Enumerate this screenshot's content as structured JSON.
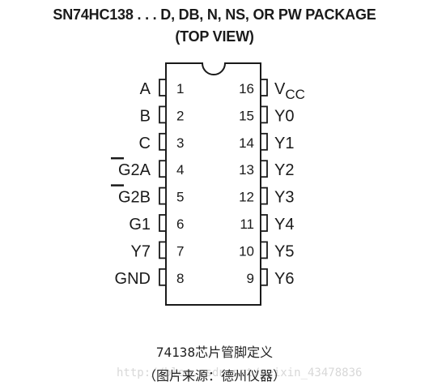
{
  "title": "SN74HC138 . . . D, DB, N, NS, OR PW PACKAGE",
  "subtitle": "(TOP VIEW)",
  "left_pins": [
    {
      "number": "1",
      "name": "A",
      "overbar": false
    },
    {
      "number": "2",
      "name": "B",
      "overbar": false
    },
    {
      "number": "3",
      "name": "C",
      "overbar": false
    },
    {
      "number": "4",
      "name": "G2A",
      "overbar": true
    },
    {
      "number": "5",
      "name": "G2B",
      "overbar": true
    },
    {
      "number": "6",
      "name": "G1",
      "overbar": false
    },
    {
      "number": "7",
      "name": "Y7",
      "overbar": false
    },
    {
      "number": "8",
      "name": "GND",
      "overbar": false
    }
  ],
  "right_pins": [
    {
      "number": "16",
      "name": "V",
      "sub": "CC"
    },
    {
      "number": "15",
      "name": "Y0",
      "sub": ""
    },
    {
      "number": "14",
      "name": "Y1",
      "sub": ""
    },
    {
      "number": "13",
      "name": "Y2",
      "sub": ""
    },
    {
      "number": "12",
      "name": "Y3",
      "sub": ""
    },
    {
      "number": "11",
      "name": "Y4",
      "sub": ""
    },
    {
      "number": "10",
      "name": "Y5",
      "sub": ""
    },
    {
      "number": "9",
      "name": "Y6",
      "sub": ""
    }
  ],
  "caption_line1": "74138芯片管脚定义",
  "caption_line2": "（图片来源：德州仪器）",
  "watermark": "http://blog.csdn.net/weixin_43478836"
}
